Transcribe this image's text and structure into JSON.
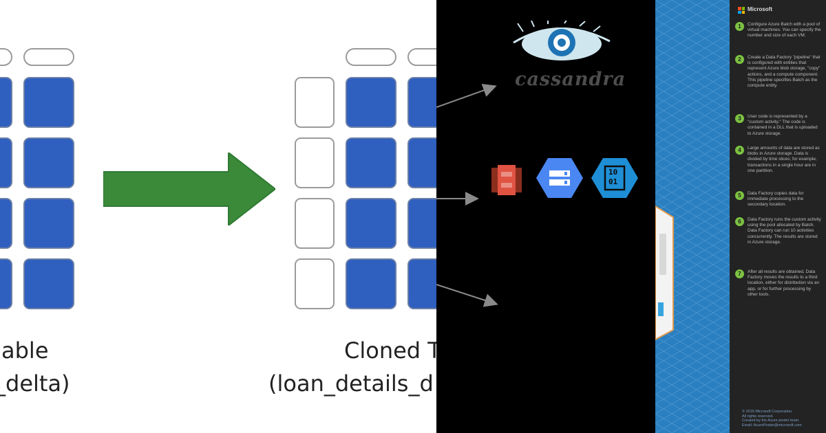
{
  "left_panel": {
    "caption_source": [
      "able",
      "_delta)"
    ],
    "caption_clone": [
      "Cloned T",
      "(loan_details_d"
    ],
    "arrow_color": "#3a8a3a",
    "cell_color": "#2f5fbf"
  },
  "middle_panel": {
    "logo_text": "cassandra",
    "icons": [
      "amazon-s3-icon",
      "google-cloud-storage-icon",
      "azure-blob-storage-icon"
    ],
    "blob_label": [
      "10",
      "01"
    ]
  },
  "right_panel": {
    "brand": "Microsoft",
    "steps": [
      {
        "num": "1",
        "text": "Configure Azure Batch with a pool of virtual machines. You can specify the number and size of each VM."
      },
      {
        "num": "2",
        "text": "Create a Data Factory \"pipeline\" that is configured with entities that represent Azure blob storage, \"copy\" actions, and a compute component. This pipeline specifies Batch as the compute entity."
      },
      {
        "num": "3",
        "text": "User code is represented by a \"custom activity.\" The code is contained in a DLL that is uploaded to Azure storage."
      },
      {
        "num": "4",
        "text": "Large amounts of data are stored as blobs in Azure storage. Data is divided by time slices; for example, transactions in a single hour are in one partition."
      },
      {
        "num": "5",
        "text": "Data Factory copies data for immediate processing to the secondary location."
      },
      {
        "num": "6",
        "text": "Data Factory runs the custom activity using the pool allocated by Batch. Data Factory can run 10 activities concurrently. The results are stored in Azure storage."
      },
      {
        "num": "7",
        "text": "After all results are obtained, Data Factory moves the results to a third location, either for distribution via an app, or for further processing by other tools."
      }
    ],
    "copyright": [
      "© 2016 Microsoft Corporation.",
      "All rights reserved.",
      "Created by the Azure poster team.",
      "Email: AzurePoster@microsoft.com"
    ]
  }
}
